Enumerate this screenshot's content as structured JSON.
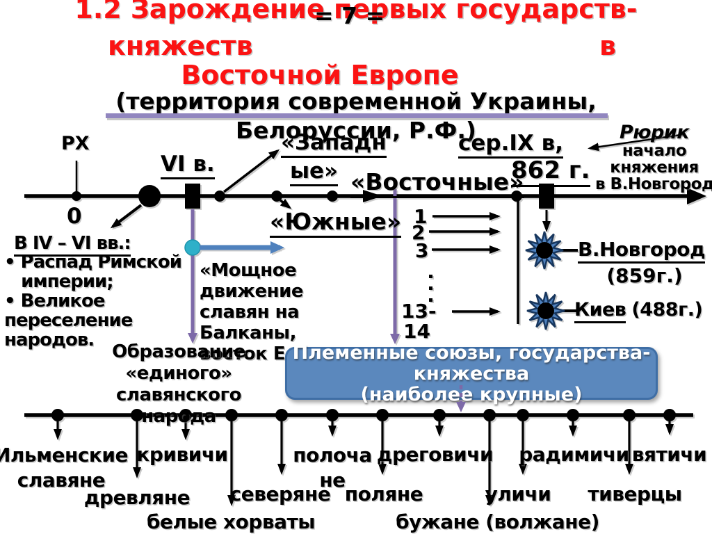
{
  "slide": {
    "title": {
      "line1": "1.2 Зарождение первых государств-",
      "page_marker": "= 7 =",
      "line2_left": "княжеств",
      "line2_right": "в",
      "line3": "Восточной Европе",
      "subtitle_line1": "(территория современной Украины,",
      "subtitle_line2": "Белоруссии, Р.Ф.)"
    },
    "top_timeline": {
      "era_label": "РХ",
      "zero_label": "0",
      "century_label": "VI в.",
      "western_line1": "«Западн",
      "western_line2": "ые»",
      "southern": "«Южные»",
      "eastern": "«Восточные»",
      "mid9_label": "сер.IX в,",
      "year862": "862 г.",
      "ruric_name": "Рюрик",
      "ruric_line1": "начало",
      "ruric_line2": "княжения",
      "ruric_line3": "в В.Новгороде"
    },
    "left_note": {
      "heading": "В IV – VI вв.:",
      "body": "• Распад Римской\n   империи;\n• Великое\nпереселение\nнародов."
    },
    "movement_note": "«Мощное\nдвижение\nславян на\nБалканы,\nвосток Е",
    "formation_note": "Образование\n«единого»\nславянского\nнарода",
    "numbers": {
      "n1": "1",
      "n2": "2",
      "n3": "3",
      "n13": "13-",
      "n14": "14"
    },
    "cities": {
      "novgorod_name": "В.Новгород",
      "novgorod_year": "(859г.)",
      "kiev_name": "Киев",
      "kiev_year": "(488г.)"
    },
    "tribes_box": "Племенные союзы, государства-\nкняжества\n(наиболее крупные)",
    "tribes": [
      {
        "label": "Ильменские\nславяне"
      },
      {
        "label": "кривичи"
      },
      {
        "label": "полоча\nне"
      },
      {
        "label": "дреговичи"
      },
      {
        "label": "радимичи"
      },
      {
        "label": "вятичи"
      },
      {
        "label": "древляне"
      },
      {
        "label": "северяне"
      },
      {
        "label": "поляне"
      },
      {
        "label": "уличи"
      },
      {
        "label": "тиверцы"
      },
      {
        "label": "белые хорваты"
      },
      {
        "label": "бужане (волжане)"
      }
    ]
  },
  "colors": {
    "title_red": "#fb1313",
    "accent_purple": "#7d6aa8",
    "title_underline_purple": "#9186bf",
    "accent_blue": "#4f81bd",
    "teal_marker": "#2fb0c9",
    "box_fill": "#5b88bd",
    "box_border": "#3f6ea5",
    "box_text": "#ffffff"
  }
}
